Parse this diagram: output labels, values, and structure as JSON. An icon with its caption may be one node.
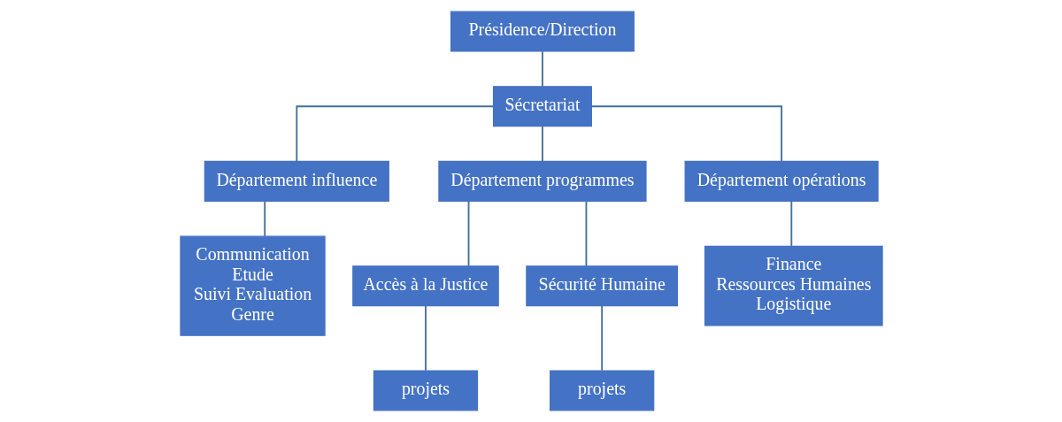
{
  "diagram": {
    "nodes": [
      {
        "text": [
          "Présidence/Direction"
        ]
      },
      {
        "text": [
          "Sécretariat"
        ]
      },
      {
        "text": [
          "Département influence"
        ]
      },
      {
        "text": [
          "Département programmes"
        ]
      },
      {
        "text": [
          "Département opérations"
        ]
      },
      {
        "text": [
          "Communication",
          "Etude",
          "Suivi Evaluation",
          "Genre"
        ]
      },
      {
        "text": [
          "Accès à la Justice"
        ]
      },
      {
        "text": [
          "Sécurité Humaine"
        ]
      },
      {
        "text": [
          "Finance",
          "Ressources Humaines",
          "Logistique"
        ]
      },
      {
        "text": [
          "projets"
        ]
      },
      {
        "text": [
          "projets"
        ]
      }
    ],
    "edges": [
      {
        "from": 0,
        "to": 1,
        "arrow": "none"
      },
      {
        "from": 1,
        "to": 2,
        "arrow": "none"
      },
      {
        "from": 1,
        "to": 3,
        "arrow": "none"
      },
      {
        "from": 1,
        "to": 4,
        "arrow": "none"
      },
      {
        "from": 2,
        "to": 5,
        "arrow": "none"
      },
      {
        "from": 3,
        "to": 6,
        "arrow": "none"
      },
      {
        "from": 3,
        "to": 7,
        "arrow": "none"
      },
      {
        "from": 4,
        "to": 8,
        "arrow": "none"
      },
      {
        "from": 6,
        "to": 9,
        "arrow": "none"
      },
      {
        "from": 7,
        "to": 10,
        "arrow": "none"
      }
    ]
  }
}
